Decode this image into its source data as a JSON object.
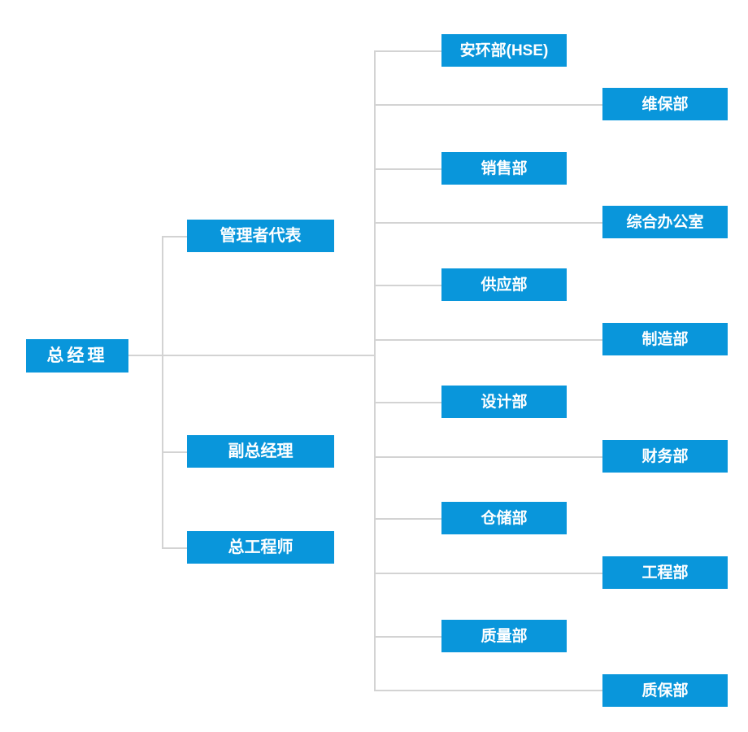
{
  "org_chart": {
    "root": {
      "label": "总经理"
    },
    "managers": [
      {
        "label": "管理者代表"
      },
      {
        "label": "副总经理"
      },
      {
        "label": "总工程师"
      }
    ],
    "departments": [
      {
        "label": "安环部(HSE)"
      },
      {
        "label": "维保部"
      },
      {
        "label": "销售部"
      },
      {
        "label": "综合办公室"
      },
      {
        "label": "供应部"
      },
      {
        "label": "制造部"
      },
      {
        "label": "设计部"
      },
      {
        "label": "财务部"
      },
      {
        "label": "仓储部"
      },
      {
        "label": "工程部"
      },
      {
        "label": "质量部"
      },
      {
        "label": "质保部"
      }
    ],
    "colors": {
      "node_bg": "#0996DB",
      "node_text": "#FFFFFF",
      "line": "#D3D3D3",
      "background": "#FFFFFF"
    }
  }
}
